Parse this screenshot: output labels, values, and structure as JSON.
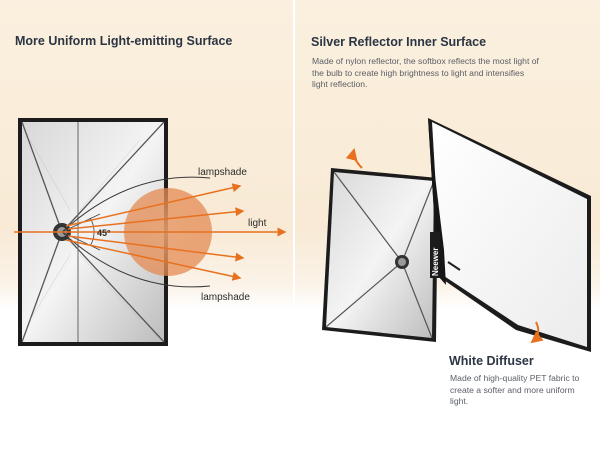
{
  "left": {
    "heading": "More Uniform Light-emitting Surface",
    "label_top": "lampshade",
    "label_middle": "light",
    "label_bottom": "lampshade",
    "angle": "45°"
  },
  "right": {
    "heading": "Silver Reflector Inner Surface",
    "reflector_text": "Made of nylon reflector, the softbox reflects the most light of the bulb to create high brightness to light and intensifies light reflection.",
    "diffuser_heading": "White Diffuser",
    "diffuser_text": "Made of high-quality PET fabric to create a softer and more uniform light.",
    "brand_label": "Neewer"
  },
  "colors": {
    "accent_orange": "#e8711f",
    "background_cream": "#f8ead5",
    "heading_navy": "#2b3544"
  },
  "icons": [
    "curved-arrow-icon"
  ]
}
